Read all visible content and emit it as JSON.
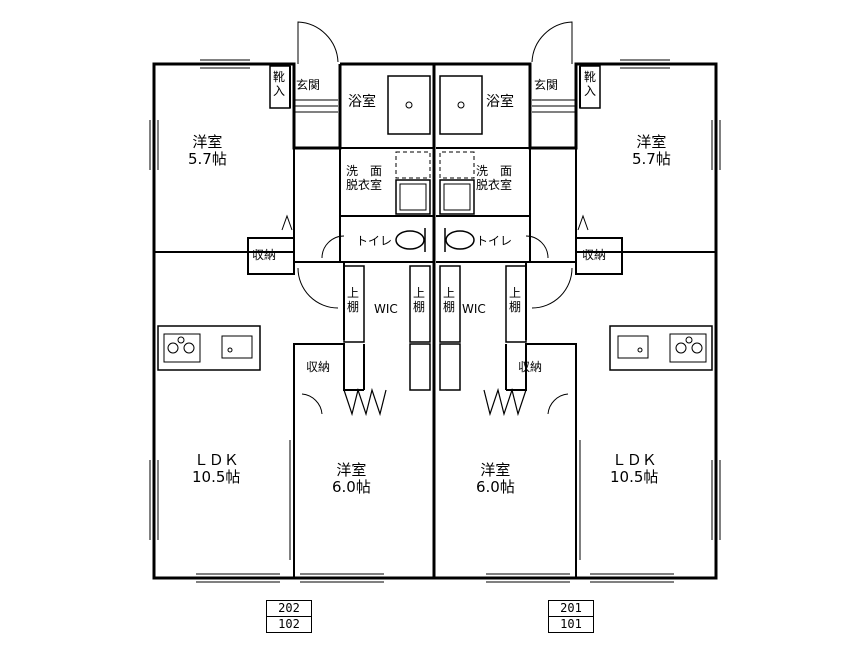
{
  "left_unit": {
    "units": [
      "202",
      "102"
    ],
    "rooms": {
      "western_a": [
        "洋室",
        "5.7帖"
      ],
      "ldk": [
        "ＬＤＫ",
        "10.5帖"
      ],
      "western_b": [
        "洋室",
        "6.0帖"
      ],
      "bath": "浴室",
      "washroom": [
        "洗　面",
        "脱衣室"
      ],
      "toilet": "トイレ",
      "entrance": "玄関",
      "shoe": [
        "靴",
        "入"
      ],
      "storage_a": "収納",
      "storage_b": "収納",
      "wic": "WIC",
      "shelf_a": [
        "上",
        "棚"
      ],
      "shelf_b": [
        "上",
        "棚"
      ]
    }
  },
  "right_unit": {
    "units": [
      "201",
      "101"
    ],
    "rooms": {
      "western_a": [
        "洋室",
        "5.7帖"
      ],
      "ldk": [
        "ＬＤＫ",
        "10.5帖"
      ],
      "western_b": [
        "洋室",
        "6.0帖"
      ],
      "bath": "浴室",
      "washroom": [
        "洗　面",
        "脱衣室"
      ],
      "toilet": "トイレ",
      "entrance": "玄関",
      "shoe": [
        "靴",
        "入"
      ],
      "storage_a": "収納",
      "storage_b": "収納",
      "wic": "WIC",
      "shelf_a": [
        "上",
        "棚"
      ],
      "shelf_b": [
        "上",
        "棚"
      ]
    }
  }
}
